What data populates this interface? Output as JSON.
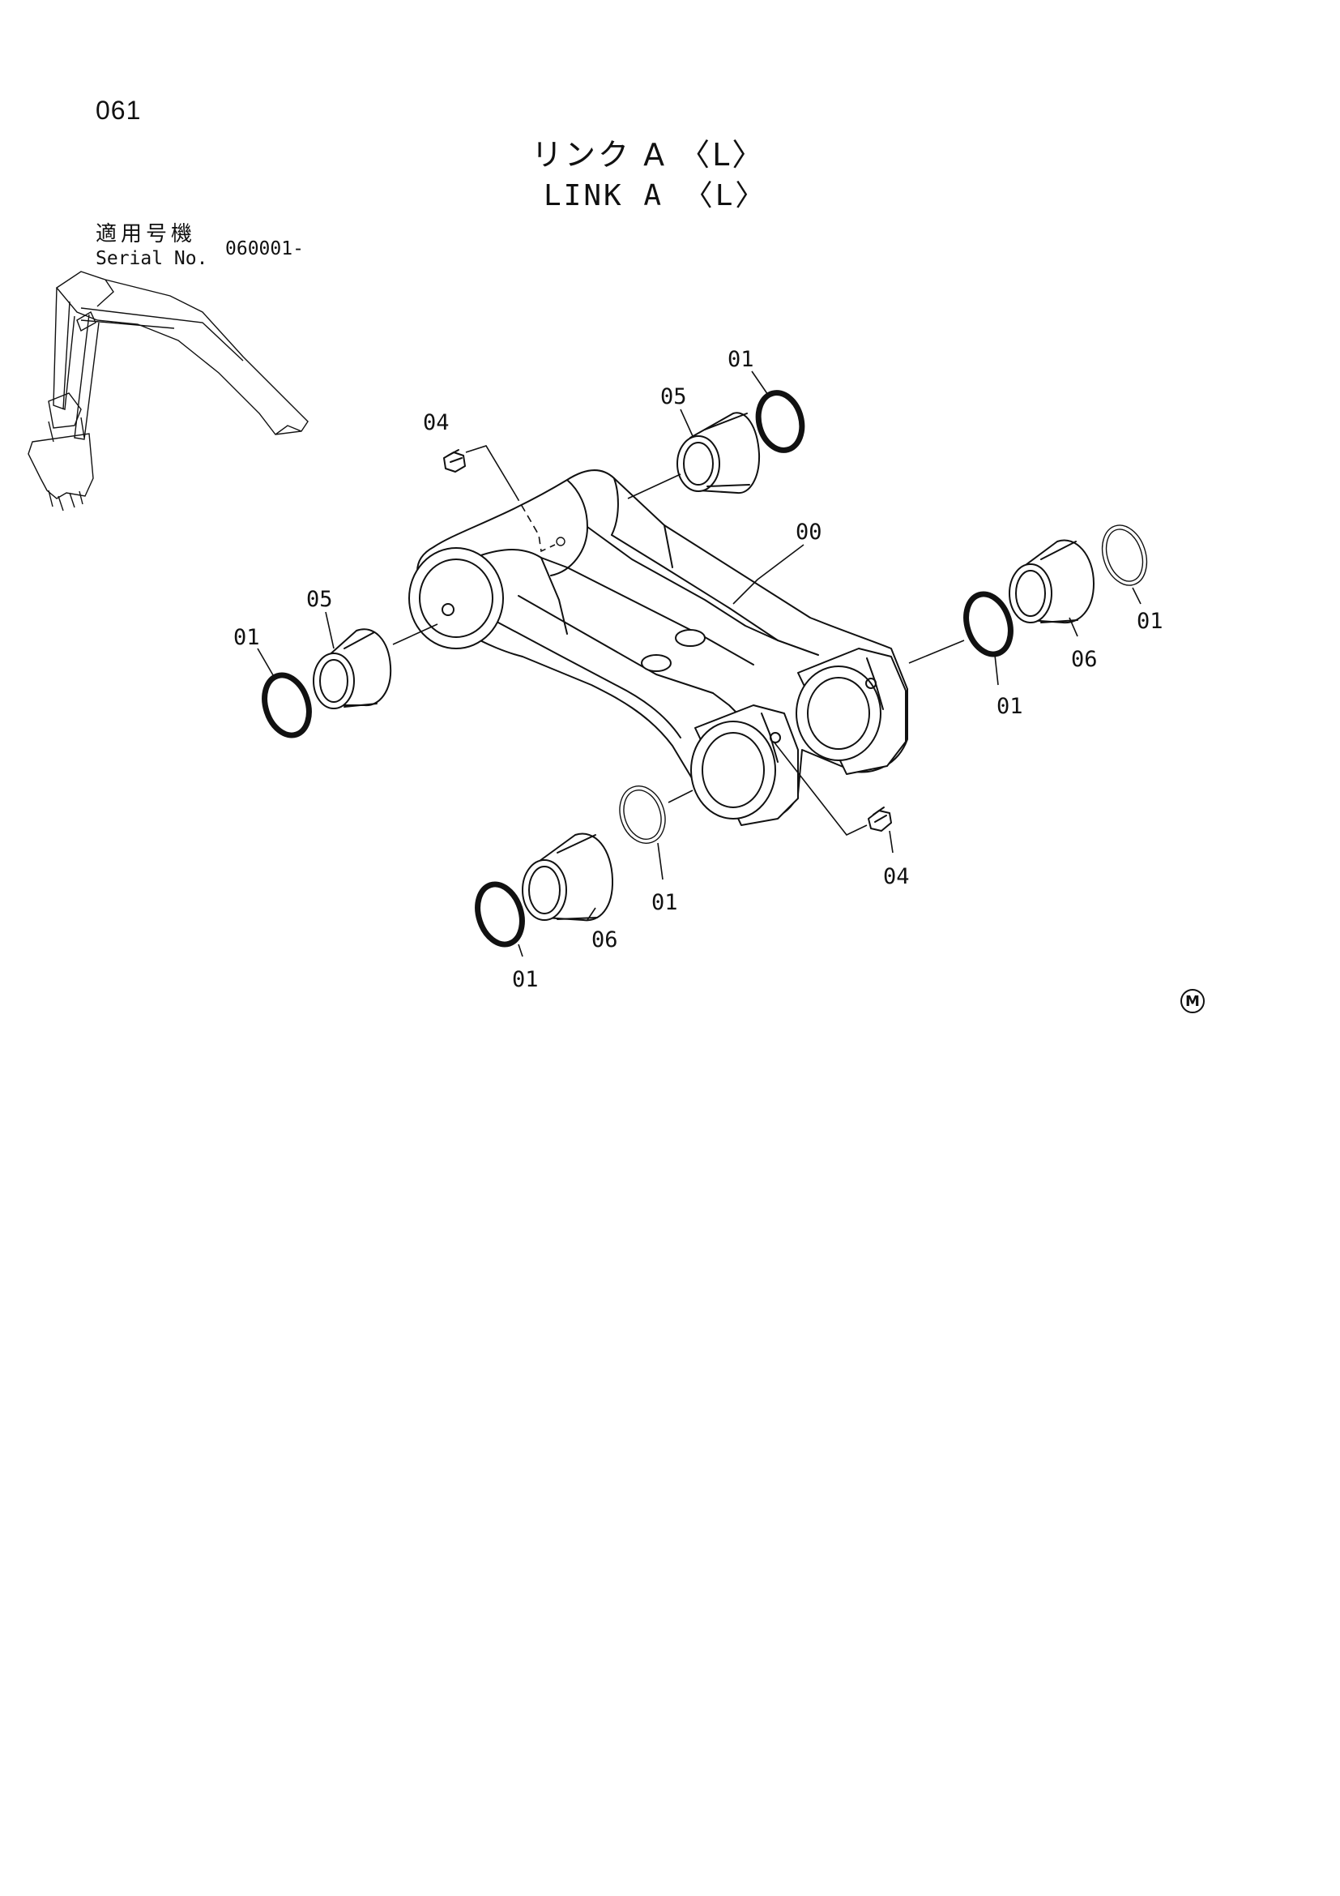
{
  "page": {
    "number": "061",
    "title_jp": "リンク A 〈L〉",
    "title_en": "LINK A 〈L〉",
    "serial_label_jp": "適用号機",
    "serial_label_en": "Serial No.",
    "serial_value": "060001-",
    "marker": "M"
  },
  "callouts": [
    {
      "id": "c-01-top",
      "label": "01"
    },
    {
      "id": "c-05-top",
      "label": "05"
    },
    {
      "id": "c-04-top",
      "label": "04"
    },
    {
      "id": "c-00",
      "label": "00"
    },
    {
      "id": "c-05-left",
      "label": "05"
    },
    {
      "id": "c-01-left",
      "label": "01"
    },
    {
      "id": "c-01-right-outer",
      "label": "01"
    },
    {
      "id": "c-06-right",
      "label": "06"
    },
    {
      "id": "c-01-right-inner",
      "label": "01"
    },
    {
      "id": "c-04-bottom",
      "label": "04"
    },
    {
      "id": "c-01-bottom-mid",
      "label": "01"
    },
    {
      "id": "c-06-bottom",
      "label": "06"
    },
    {
      "id": "c-01-bottom-left",
      "label": "01"
    }
  ]
}
